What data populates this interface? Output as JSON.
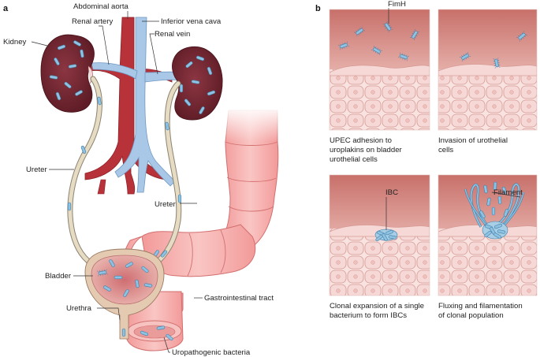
{
  "panel_a": {
    "letter": "a",
    "labels": {
      "abdominal_aorta": "Abdominal aorta",
      "renal_artery": "Renal artery",
      "inferior_vena_cava": "Inferior vena cava",
      "renal_vein": "Renal vein",
      "kidney": "Kidney",
      "ureter_left": "Ureter",
      "ureter_right": "Ureter",
      "bladder": "Bladder",
      "urethra": "Urethra",
      "gastrointestinal_tract": "Gastrointestinal tract",
      "uropathogenic_bacteria": "Uropathogenic bacteria"
    }
  },
  "panel_b": {
    "letter": "b",
    "fimh_label": "FimH",
    "ibc_label": "IBC",
    "filament_label": "Filament",
    "captions": {
      "p1": [
        "UPEC adhesion to",
        "uroplakins on bladder",
        "urothelial cells"
      ],
      "p2": [
        "Invasion of urothelial",
        "cells"
      ],
      "p3": [
        "Clonal expansion of a single",
        "bacterium to form IBCs"
      ],
      "p4": [
        "Fluxing and filamentation",
        "of clonal population"
      ]
    }
  },
  "colors": {
    "kidney": "#7a2a35",
    "artery": "#b8323a",
    "vein": "#a9c7e6",
    "ureter": "#e6dcc4",
    "bladder": "#e9b3ad",
    "gut": "#f4aaa8",
    "bacteria": "#8fc1e0",
    "tissue_top": "#c96d6a",
    "cell": "#f6d9d6"
  }
}
